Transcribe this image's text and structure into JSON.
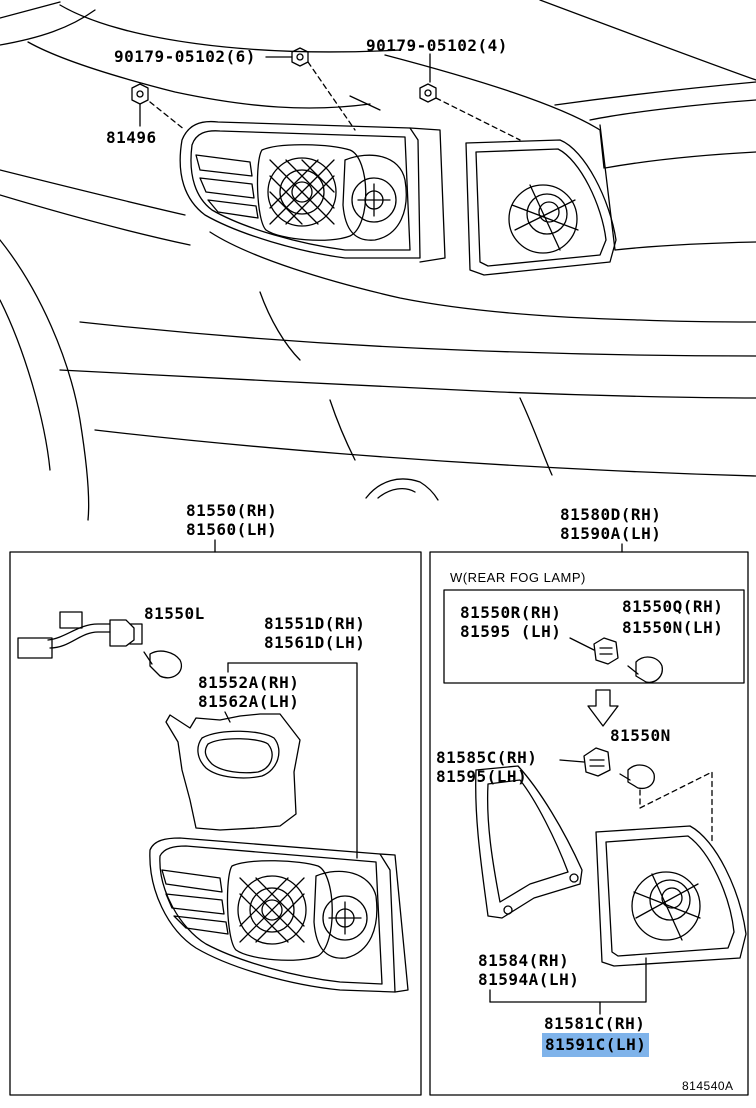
{
  "colors": {
    "highlight": "#7fb3ea",
    "line": "#000000",
    "background": "#ffffff"
  },
  "callouts": {
    "nut_left": "90179-05102(6)",
    "nut_right": "90179-05102(4)",
    "clip": "81496",
    "lamp_assy_rh": "81550(RH)",
    "lamp_assy_lh": "81560(LH)",
    "inner_lamp_rh": "81580D(RH)",
    "inner_lamp_lh": "81590A(LH)",
    "bulb_l": "81550L",
    "lens_body_rh": "81551D(RH)",
    "lens_body_lh": "81561D(LH)",
    "gasket_rh": "81552A(RH)",
    "gasket_lh": "81562A(LH)",
    "fog_lamp_title": "W(REAR FOG LAMP)",
    "fog_socket_rh": "81550R(RH)",
    "fog_socket_lh": "81595 (LH)",
    "fog_bulb_q": "81550Q(RH)",
    "fog_bulb_n": "81550N(LH)",
    "bulb_n": "81550N",
    "socket_rh": "81585C(RH)",
    "socket_lh": "81595(LH)",
    "inner_gasket_rh": "81584(RH)",
    "inner_gasket_lh": "81594A(LH)",
    "inner_lens_rh": "81581C(RH)",
    "inner_lens_lh": "81591C(LH)",
    "diagram_code": "814540A"
  }
}
